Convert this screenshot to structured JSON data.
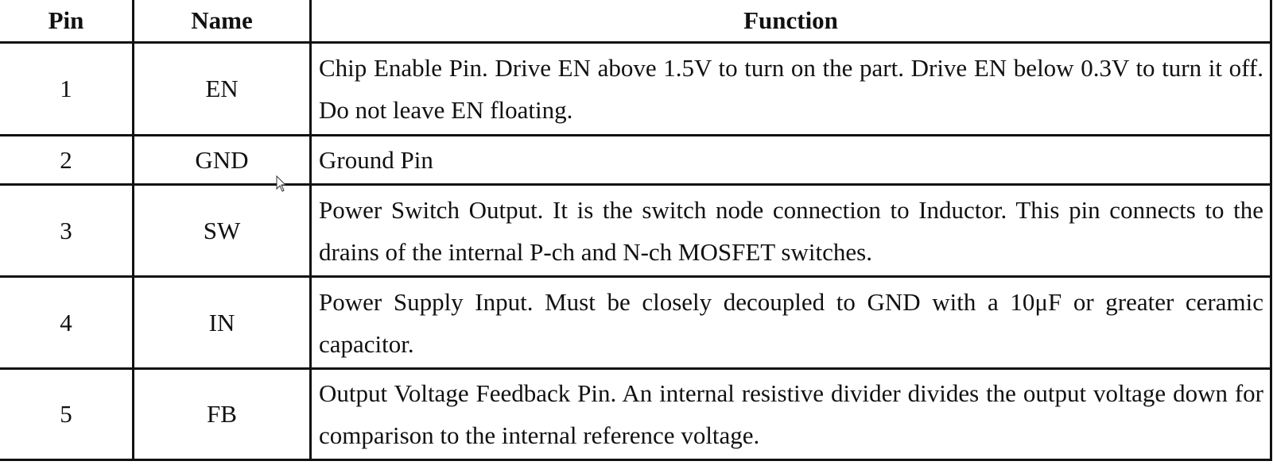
{
  "headers": {
    "pin": "Pin",
    "name": "Name",
    "function": "Function"
  },
  "rows": [
    {
      "pin": "1",
      "name": "EN",
      "function": "Chip Enable Pin. Drive EN above 1.5V to turn on the part. Drive EN below 0.3V to turn it off. Do not leave EN floating."
    },
    {
      "pin": "2",
      "name": "GND",
      "function": "Ground Pin"
    },
    {
      "pin": "3",
      "name": "SW",
      "function": "Power Switch Output. It is the switch node connection to Inductor. This pin connects to the drains of the internal P-ch and N-ch MOSFET switches."
    },
    {
      "pin": "4",
      "name": "IN",
      "function": "Power Supply Input. Must be closely decoupled to GND with a 10μF or greater ceramic capacitor."
    },
    {
      "pin": "5",
      "name": "FB",
      "function": "Output Voltage Feedback Pin. An internal resistive divider divides the output voltage down for comparison to the internal reference voltage."
    }
  ]
}
